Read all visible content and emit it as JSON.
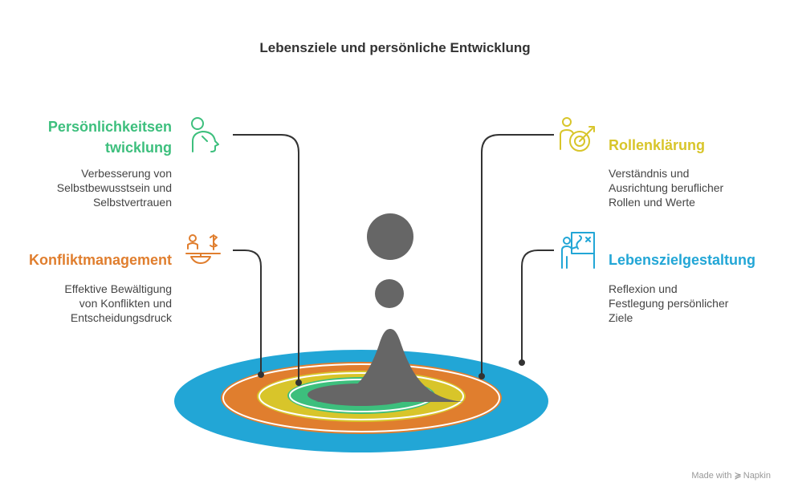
{
  "title": "Lebensziele und persönliche Entwicklung",
  "items": [
    {
      "heading_lines": [
        "Persönlichkeitsen",
        "twicklung"
      ],
      "desc_lines": [
        "Verbesserung von",
        "Selbstbewusstsein und",
        "Selbstvertrauen"
      ],
      "icon": "person-head-icon",
      "color": "#3dbf7d"
    },
    {
      "heading_lines": [
        "Konfliktmanagement"
      ],
      "desc_lines": [
        "Effektive Bewältigung",
        "von Konflikten und",
        "Entscheidungsdruck"
      ],
      "icon": "balance-scale-icon",
      "color": "#e07e2e"
    },
    {
      "heading_lines": [
        "Rollenklärung"
      ],
      "desc_lines": [
        "Verständnis und",
        "Ausrichtung beruflicher",
        "Rollen und Werte"
      ],
      "icon": "target-person-icon",
      "color": "#d8c52a"
    },
    {
      "heading_lines": [
        "Lebenszielgestaltung"
      ],
      "desc_lines": [
        "Reflexion und",
        "Festlegung persönlicher",
        "Ziele"
      ],
      "icon": "presentation-board-icon",
      "color": "#22a6d6"
    }
  ],
  "ring_colors": [
    "#22a6d6",
    "#e07e2e",
    "#d8c52a",
    "#3dbf7d",
    "#666666"
  ],
  "brand": {
    "prefix": "Made with",
    "name": "Napkin"
  }
}
